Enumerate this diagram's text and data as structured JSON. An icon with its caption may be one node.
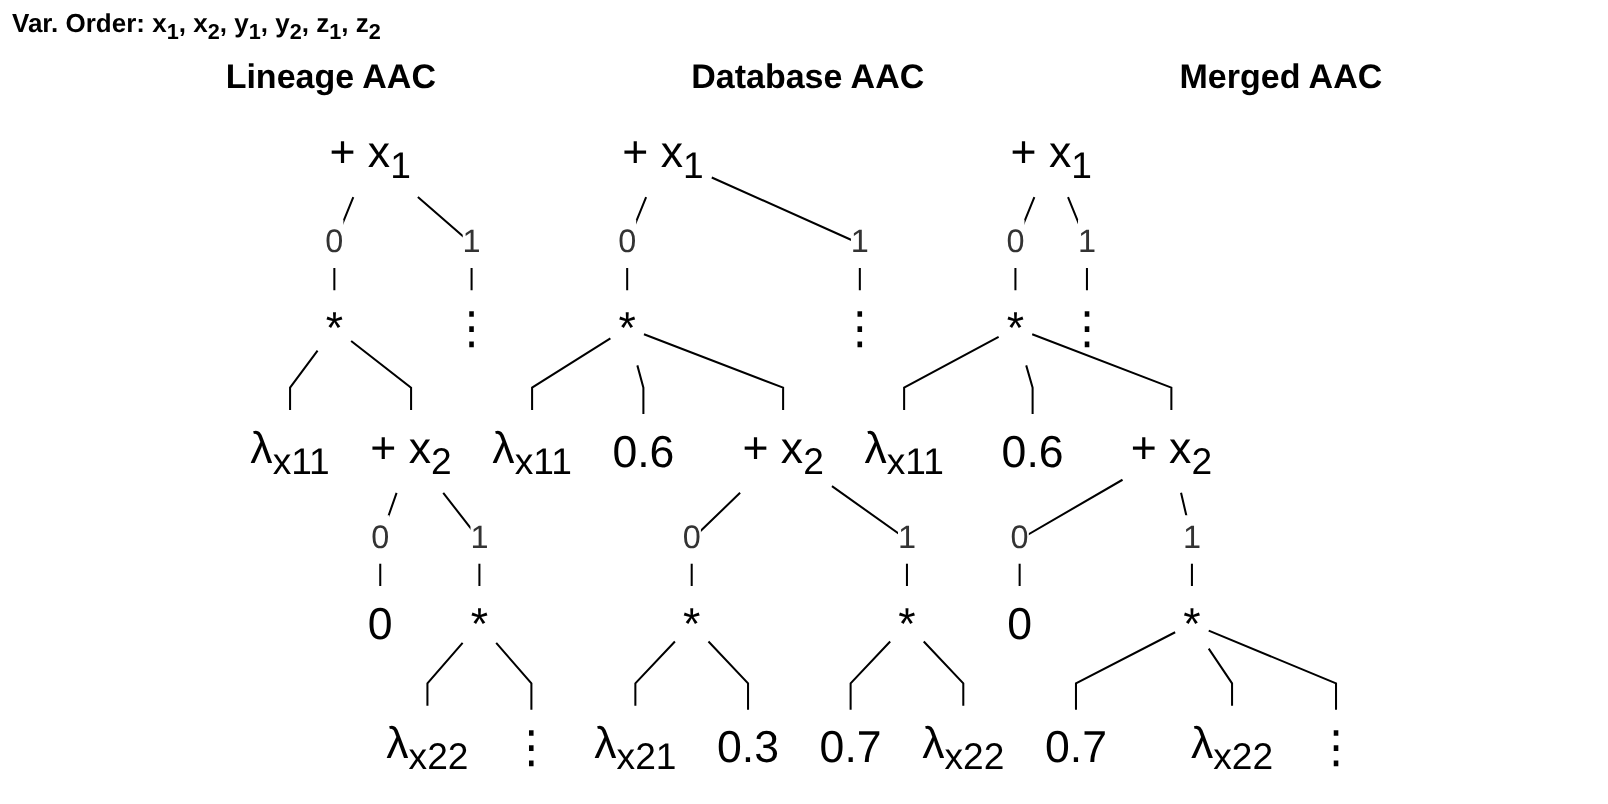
{
  "diagram": {
    "title": "Var. Order: x$_{1}$, x$_{2}$, y$_{1}$, y$_{2}$, z$_{1}$, z$_{2}$",
    "nodes": [
      {
        "text": [
          "+ x$_{1}$"
        ]
      },
      {
        "text": [
          "*"
        ]
      },
      {
        "text": [
          "λ$_{x11}$"
        ]
      },
      {
        "text": [
          "⋮"
        ]
      },
      {
        "text": [
          "+ x$_{2}$"
        ]
      },
      {
        "text": [
          "0"
        ]
      },
      {
        "text": [
          "*"
        ]
      },
      {
        "text": [
          "λ$_{x22}$"
        ]
      },
      {
        "text": [
          "⋮"
        ]
      },
      {
        "text": [
          "+ x$_{1}$"
        ]
      },
      {
        "text": [
          "*"
        ]
      },
      {
        "text": [
          "λ$_{x11}$"
        ]
      },
      {
        "text": [
          "⋮"
        ]
      },
      {
        "text": [
          "0.6"
        ]
      },
      {
        "text": [
          "+ x$_{2}$"
        ]
      },
      {
        "text": [
          "*"
        ]
      },
      {
        "text": [
          "*"
        ]
      },
      {
        "text": [
          "λ$_{x21}$"
        ]
      },
      {
        "text": [
          "0.3"
        ]
      },
      {
        "text": [
          "0.7"
        ]
      },
      {
        "text": [
          "λ$_{x22}$"
        ]
      },
      {
        "text": [
          "+ x$_{1}$"
        ]
      },
      {
        "text": [
          "*"
        ]
      },
      {
        "text": [
          "λ$_{x11}$"
        ]
      },
      {
        "text": [
          "⋮"
        ]
      },
      {
        "text": [
          "0.6"
        ]
      },
      {
        "text": [
          "+ x$_{2}$"
        ]
      },
      {
        "text": [
          "0"
        ]
      },
      {
        "text": [
          "*"
        ]
      },
      {
        "text": [
          "0.7"
        ]
      },
      {
        "text": [
          "λ$_{x22}$"
        ]
      },
      {
        "text": [
          "⋮"
        ]
      }
    ],
    "edges": [
      {
        "from": 0,
        "to": 1,
        "label": "0",
        "arrow": "none"
      },
      {
        "from": 0,
        "to": 3,
        "label": "1",
        "arrow": "none"
      },
      {
        "from": 1,
        "to": 2,
        "arrow": "none"
      },
      {
        "from": 1,
        "to": 4,
        "arrow": "none"
      },
      {
        "from": 4,
        "to": 5,
        "label": "0",
        "arrow": "none"
      },
      {
        "from": 4,
        "to": 6,
        "label": "1",
        "arrow": "none"
      },
      {
        "from": 6,
        "to": 7,
        "arrow": "none"
      },
      {
        "from": 6,
        "to": 8,
        "arrow": "none"
      },
      {
        "from": 9,
        "to": 10,
        "label": "0",
        "arrow": "none"
      },
      {
        "from": 9,
        "to": 12,
        "label": "1",
        "arrow": "none"
      },
      {
        "from": 10,
        "to": 11,
        "arrow": "none"
      },
      {
        "from": 10,
        "to": 13,
        "arrow": "none"
      },
      {
        "from": 10,
        "to": 14,
        "arrow": "none"
      },
      {
        "from": 14,
        "to": 15,
        "label": "0",
        "arrow": "none"
      },
      {
        "from": 14,
        "to": 16,
        "label": "1",
        "arrow": "none"
      },
      {
        "from": 15,
        "to": 17,
        "arrow": "none"
      },
      {
        "from": 15,
        "to": 18,
        "arrow": "none"
      },
      {
        "from": 16,
        "to": 19,
        "arrow": "none"
      },
      {
        "from": 16,
        "to": 20,
        "arrow": "none"
      },
      {
        "from": 21,
        "to": 22,
        "label": "0",
        "arrow": "none"
      },
      {
        "from": 21,
        "to": 24,
        "label": "1",
        "arrow": "none"
      },
      {
        "from": 22,
        "to": 23,
        "arrow": "none"
      },
      {
        "from": 22,
        "to": 25,
        "arrow": "none"
      },
      {
        "from": 22,
        "to": 26,
        "arrow": "none"
      },
      {
        "from": 26,
        "to": 27,
        "label": "0",
        "arrow": "none"
      },
      {
        "from": 26,
        "to": 28,
        "label": "1",
        "arrow": "none"
      },
      {
        "from": 28,
        "to": 29,
        "arrow": "none"
      },
      {
        "from": 28,
        "to": 30,
        "arrow": "none"
      },
      {
        "from": 28,
        "to": 31,
        "arrow": "none"
      }
    ],
    "labels": [
      "Lineage AAC",
      "Database AAC",
      "Merged AAC"
    ]
  }
}
